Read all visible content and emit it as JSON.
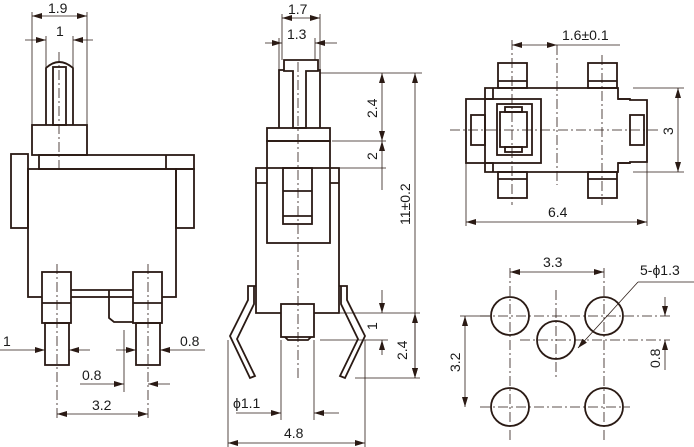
{
  "front_view": {
    "dim_actuator_outer": "1.9",
    "dim_actuator_inner": "1",
    "dim_pin_width_left": "1",
    "dim_pin_width_right": "0.8",
    "dim_pin_offset": "0.8",
    "dim_pin_pitch": "3.2"
  },
  "side_view": {
    "dim_cap_outer": "1.7",
    "dim_cap_inner": "1.3",
    "dim_stroke": "2.4",
    "dim_collar": "2",
    "dim_total_height": "11±0.2",
    "dim_boss": "1",
    "dim_lead_length": "2.4",
    "dim_boss_diameter": "ϕ1.1",
    "dim_lead_span": "4.8"
  },
  "top_view": {
    "dim_offset": "1.6±0.1",
    "dim_width": "3",
    "dim_length": "6.4"
  },
  "footprint": {
    "dim_pitch_x": "3.3",
    "dim_holes": "5-ϕ1.3",
    "dim_pitch_y": "3.2",
    "dim_center_offset": "0.8"
  }
}
